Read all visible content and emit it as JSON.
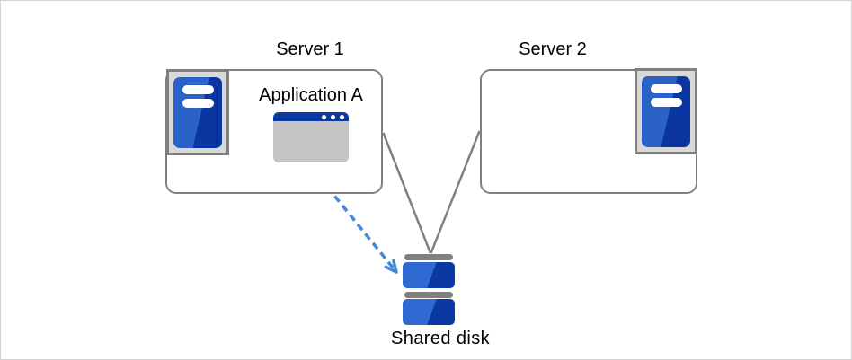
{
  "diagram": {
    "server1": {
      "label": "Server 1",
      "application": {
        "label": "Application A"
      }
    },
    "server2": {
      "label": "Server 2"
    },
    "shared_disk": {
      "label": "Shared disk"
    }
  },
  "icons": {
    "server1_icon": "server-tower-icon",
    "server2_icon": "server-tower-icon",
    "application_icon": "application-window-icon",
    "shared_disk_icon": "stacked-disk-icon",
    "arrow": "dashed-arrow-application-to-disk"
  },
  "colors": {
    "canvas-border": "#d4d4d4",
    "outline-gray": "#808080",
    "frame-fill": "#d9d9d9",
    "server-blue-light": "#2b62c8",
    "server-blue-dark": "#0b36a2",
    "window-titlebar-blue": "#0a3aa5",
    "window-body-gray": "#c5c5c5",
    "disk-blue-light": "#2e6ad1",
    "disk-blue-dark": "#0b38a3",
    "arrow-blue": "#4489d8",
    "text-black": "#000000"
  }
}
